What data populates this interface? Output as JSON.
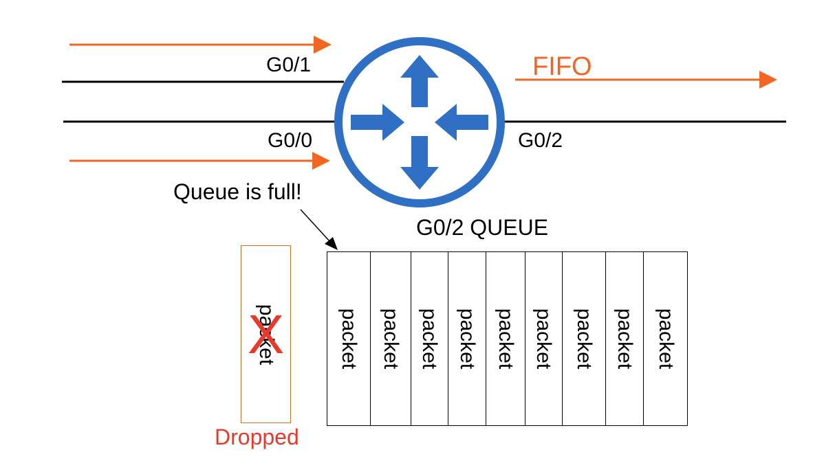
{
  "interfaces": {
    "in_top": "G0/1",
    "in_bottom": "G0/0",
    "out": "G0/2"
  },
  "fifo_label": "FIFO",
  "queue_callout": "Queue is full!",
  "queue_title": "G0/2 QUEUE",
  "packets": [
    "packet",
    "packet",
    "packet",
    "packet",
    "packet",
    "packet",
    "packet",
    "packet",
    "packet"
  ],
  "dropped_packet": "packet",
  "dropped_mark": "X",
  "dropped_label": "Dropped",
  "colors": {
    "arrow": "#f26522",
    "router": "#2f6fc4",
    "drop": "#e8392a",
    "line": "#000000"
  }
}
